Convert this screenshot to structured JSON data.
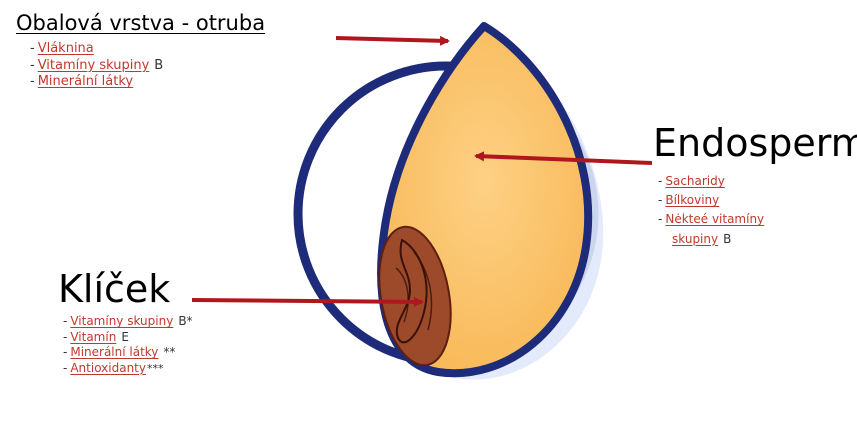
{
  "diagram": {
    "colors": {
      "outer_ring": "#1d2b7a",
      "endosperm_fill": "#fcc46a",
      "germ_fill": "#9c4a2a",
      "arrow": "#b0161e",
      "link_text": "#c0392b"
    },
    "labels": {
      "bran": {
        "title": "Obalová vrstva - otruba",
        "items": [
          {
            "link": "Vláknina",
            "extra": ""
          },
          {
            "link": "Vitamíny skupiny",
            "extra": "B"
          },
          {
            "link": "Minerální látky",
            "extra": ""
          }
        ]
      },
      "endosperm": {
        "title": "Endosperm",
        "items": [
          {
            "link": "Sacharidy",
            "extra": ""
          },
          {
            "link": "Bílkoviny",
            "extra": ""
          },
          {
            "link": "Nėkteé vitamíny",
            "extra": ""
          },
          {
            "link": "skupiny",
            "extra": "B",
            "continuation": true
          }
        ]
      },
      "germ": {
        "title": "Klíček",
        "items": [
          {
            "link": "Vitamíny skupiny",
            "extra": "B*"
          },
          {
            "link": "Vitamín",
            "extra": "E"
          },
          {
            "link": "Minerální látky",
            "extra": "**"
          },
          {
            "link": "Antioxidanty",
            "extra": "***"
          }
        ]
      }
    }
  }
}
